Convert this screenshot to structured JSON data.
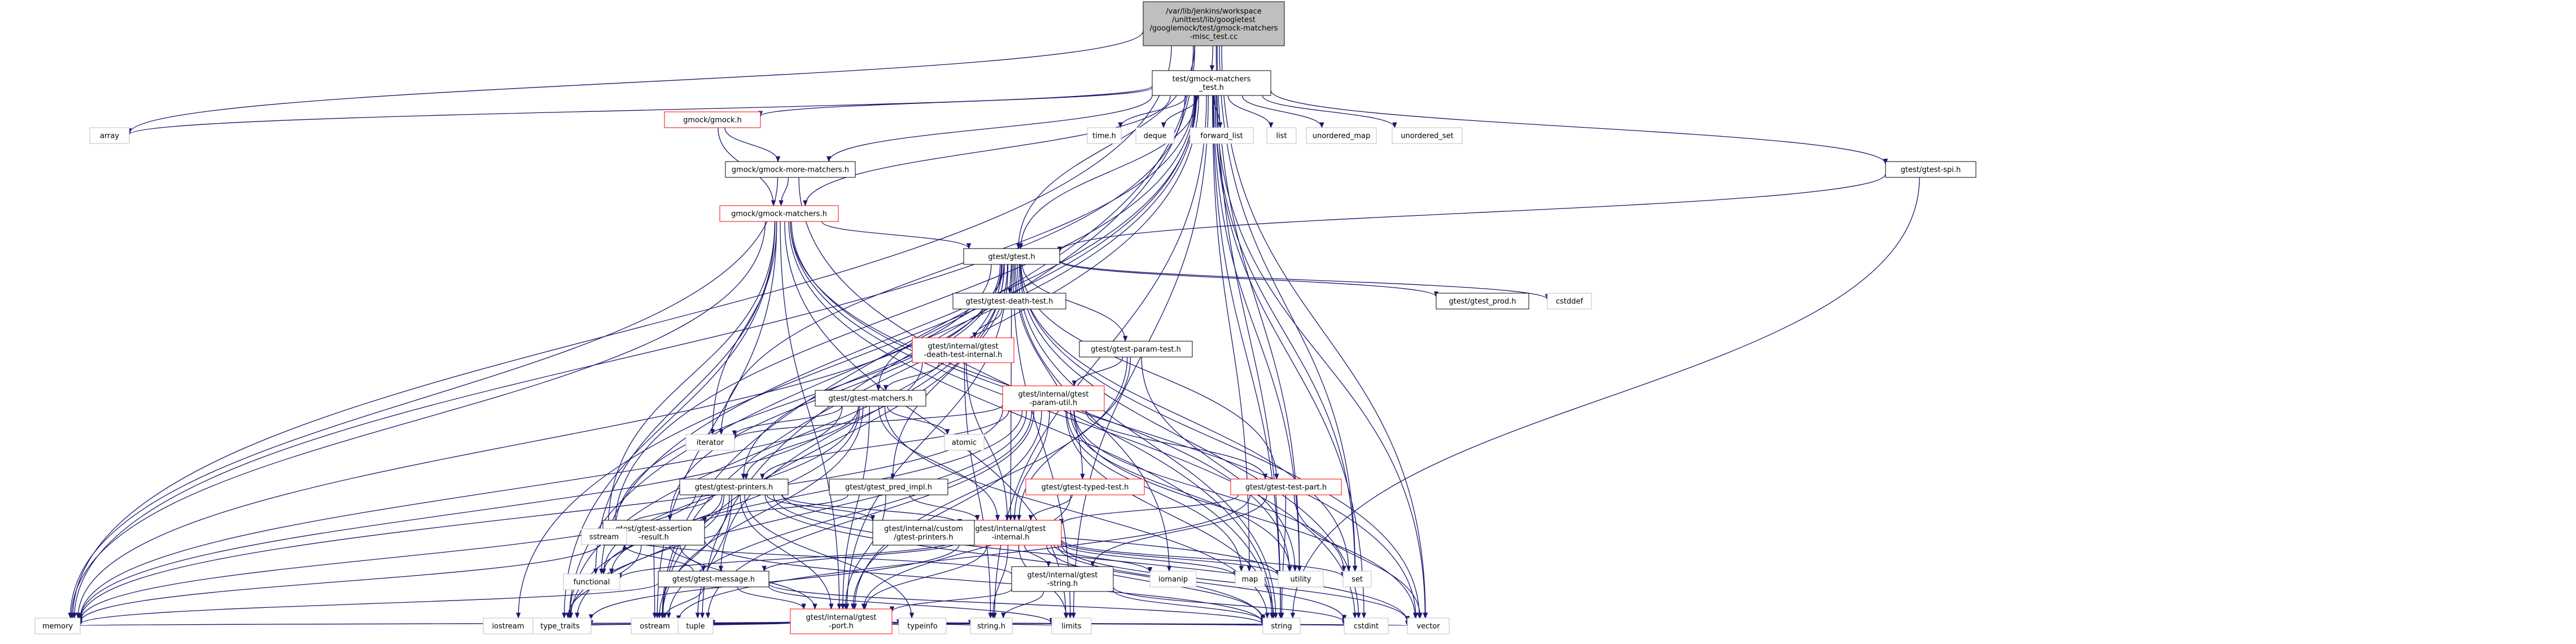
{
  "colors": {
    "edge": "#191970",
    "root_fill": "#bfbfbf",
    "root_border": "#000000",
    "node_fill": "#ffffff",
    "documented_border": "#000000",
    "undocumented_border": "#ff0000",
    "external_border": "#bfbfbf",
    "text": "#000000"
  },
  "nodes": {
    "root": {
      "lines": [
        "/var/lib/jenkins/workspace",
        "/unittest/lib/googletest",
        "/googlemock/test/gmock-matchers",
        "-misc_test.cc"
      ],
      "kind": "root"
    },
    "gmmt": {
      "lines": [
        "test/gmock-matchers",
        "_test.h"
      ],
      "kind": "doc"
    },
    "array": {
      "lines": [
        "array"
      ],
      "kind": "ext"
    },
    "gmock": {
      "lines": [
        "gmock/gmock.h"
      ],
      "kind": "red"
    },
    "more": {
      "lines": [
        "gmock/gmock-more-matchers.h"
      ],
      "kind": "doc"
    },
    "gmm": {
      "lines": [
        "gmock/gmock-matchers.h"
      ],
      "kind": "red"
    },
    "timeh": {
      "lines": [
        "time.h"
      ],
      "kind": "ext"
    },
    "deque": {
      "lines": [
        "deque"
      ],
      "kind": "ext"
    },
    "flist": {
      "lines": [
        "forward_list"
      ],
      "kind": "ext"
    },
    "list": {
      "lines": [
        "list"
      ],
      "kind": "ext"
    },
    "umap": {
      "lines": [
        "unordered_map"
      ],
      "kind": "ext"
    },
    "uset": {
      "lines": [
        "unordered_set"
      ],
      "kind": "ext"
    },
    "spi": {
      "lines": [
        "gtest/gtest-spi.h"
      ],
      "kind": "doc"
    },
    "gtest": {
      "lines": [
        "gtest/gtest.h"
      ],
      "kind": "doc"
    },
    "death": {
      "lines": [
        "gtest/gtest-death-test.h"
      ],
      "kind": "doc"
    },
    "prod": {
      "lines": [
        "gtest/gtest_prod.h"
      ],
      "kind": "doc"
    },
    "cstddef": {
      "lines": [
        "cstddef"
      ],
      "kind": "ext"
    },
    "param": {
      "lines": [
        "gtest/gtest-param-test.h"
      ],
      "kind": "doc"
    },
    "dti": {
      "lines": [
        "gtest/internal/gtest",
        "-death-test-internal.h"
      ],
      "kind": "red"
    },
    "gtm": {
      "lines": [
        "gtest/gtest-matchers.h"
      ],
      "kind": "doc"
    },
    "pu": {
      "lines": [
        "gtest/internal/gtest",
        "-param-util.h"
      ],
      "kind": "red"
    },
    "atomic": {
      "lines": [
        "atomic"
      ],
      "kind": "ext"
    },
    "iterator": {
      "lines": [
        "iterator"
      ],
      "kind": "ext"
    },
    "printers": {
      "lines": [
        "gtest/gtest-printers.h"
      ],
      "kind": "doc"
    },
    "predimpl": {
      "lines": [
        "gtest/gtest_pred_impl.h"
      ],
      "kind": "doc"
    },
    "typed": {
      "lines": [
        "gtest/gtest-typed-test.h"
      ],
      "kind": "red"
    },
    "testpart": {
      "lines": [
        "gtest/gtest-test-part.h"
      ],
      "kind": "red"
    },
    "internal": {
      "lines": [
        "gtest/internal/gtest",
        "-internal.h"
      ],
      "kind": "red"
    },
    "custom": {
      "lines": [
        "gtest/internal/custom",
        "/gtest-printers.h"
      ],
      "kind": "doc"
    },
    "assertion": {
      "lines": [
        "gtest/gtest-assertion",
        "-result.h"
      ],
      "kind": "doc"
    },
    "message": {
      "lines": [
        "gtest/gtest-message.h"
      ],
      "kind": "doc"
    },
    "gstring": {
      "lines": [
        "gtest/internal/gtest",
        "-string.h"
      ],
      "kind": "doc"
    },
    "port": {
      "lines": [
        "gtest/internal/gtest",
        "-port.h"
      ],
      "kind": "red"
    },
    "functional": {
      "lines": [
        "functional"
      ],
      "kind": "ext"
    },
    "sstream": {
      "lines": [
        "sstream"
      ],
      "kind": "ext"
    },
    "iomanip": {
      "lines": [
        "iomanip"
      ],
      "kind": "ext"
    },
    "map": {
      "lines": [
        "map"
      ],
      "kind": "ext"
    },
    "utility": {
      "lines": [
        "utility"
      ],
      "kind": "ext"
    },
    "set": {
      "lines": [
        "set"
      ],
      "kind": "ext"
    },
    "memory": {
      "lines": [
        "memory"
      ],
      "kind": "ext"
    },
    "type_traits": {
      "lines": [
        "type_traits"
      ],
      "kind": "ext"
    },
    "ostream": {
      "lines": [
        "ostream"
      ],
      "kind": "ext"
    },
    "iostream": {
      "lines": [
        "iostream"
      ],
      "kind": "ext"
    },
    "tuple": {
      "lines": [
        "tuple"
      ],
      "kind": "ext"
    },
    "typeinfo": {
      "lines": [
        "typeinfo"
      ],
      "kind": "ext"
    },
    "stringh": {
      "lines": [
        "string.h"
      ],
      "kind": "ext"
    },
    "limits": {
      "lines": [
        "limits"
      ],
      "kind": "ext"
    },
    "string": {
      "lines": [
        "string"
      ],
      "kind": "ext"
    },
    "cstdint": {
      "lines": [
        "cstdint"
      ],
      "kind": "ext"
    },
    "vector": {
      "lines": [
        "vector"
      ],
      "kind": "ext"
    }
  },
  "edges": [
    [
      "root",
      "gmmt"
    ],
    [
      "root",
      "array"
    ],
    [
      "root",
      "gtest"
    ],
    [
      "root",
      "memory"
    ],
    [
      "root",
      "ostream"
    ],
    [
      "root",
      "string"
    ],
    [
      "root",
      "vector"
    ],
    [
      "root",
      "set"
    ],
    [
      "root",
      "utility"
    ],
    [
      "root",
      "tuple"
    ],
    [
      "gmmt",
      "array"
    ],
    [
      "gmmt",
      "gmock"
    ],
    [
      "gmmt",
      "more"
    ],
    [
      "gmmt",
      "gmm"
    ],
    [
      "gmmt",
      "timeh"
    ],
    [
      "gmmt",
      "deque"
    ],
    [
      "gmmt",
      "flist"
    ],
    [
      "gmmt",
      "list"
    ],
    [
      "gmmt",
      "umap"
    ],
    [
      "gmmt",
      "uset"
    ],
    [
      "gmmt",
      "spi"
    ],
    [
      "gmmt",
      "gtest"
    ],
    [
      "gmmt",
      "functional"
    ],
    [
      "gmmt",
      "iostream"
    ],
    [
      "gmmt",
      "iterator"
    ],
    [
      "gmmt",
      "limits"
    ],
    [
      "gmmt",
      "map"
    ],
    [
      "gmmt",
      "memory"
    ],
    [
      "gmmt",
      "set"
    ],
    [
      "gmmt",
      "sstream"
    ],
    [
      "gmmt",
      "string"
    ],
    [
      "gmmt",
      "type_traits"
    ],
    [
      "gmmt",
      "utility"
    ],
    [
      "gmmt",
      "vector"
    ],
    [
      "gmmt",
      "cstdint"
    ],
    [
      "gmmt",
      "stringh"
    ],
    [
      "gmmt",
      "ostream"
    ],
    [
      "gmock",
      "more"
    ],
    [
      "gmock",
      "gmm"
    ],
    [
      "more",
      "gmm"
    ],
    [
      "more",
      "memory"
    ],
    [
      "more",
      "string"
    ],
    [
      "gmm",
      "gtest"
    ],
    [
      "gmm",
      "functional"
    ],
    [
      "gmm",
      "iterator"
    ],
    [
      "gmm",
      "memory"
    ],
    [
      "gmm",
      "ostream"
    ],
    [
      "gmm",
      "sstream"
    ],
    [
      "gmm",
      "string"
    ],
    [
      "gmm",
      "type_traits"
    ],
    [
      "gmm",
      "utility"
    ],
    [
      "gmm",
      "vector"
    ],
    [
      "gmm",
      "limits"
    ],
    [
      "gmm",
      "cstdint"
    ],
    [
      "gmm",
      "port"
    ],
    [
      "spi",
      "gtest"
    ],
    [
      "spi",
      "string"
    ],
    [
      "gtest",
      "death"
    ],
    [
      "gtest",
      "prod"
    ],
    [
      "gtest",
      "cstddef"
    ],
    [
      "gtest",
      "param"
    ],
    [
      "gtest",
      "gtm"
    ],
    [
      "gtest",
      "printers"
    ],
    [
      "gtest",
      "predimpl"
    ],
    [
      "gtest",
      "typed"
    ],
    [
      "gtest",
      "testpart"
    ],
    [
      "gtest",
      "internal"
    ],
    [
      "gtest",
      "message"
    ],
    [
      "gtest",
      "assertion"
    ],
    [
      "gtest",
      "port"
    ],
    [
      "gtest",
      "iomanip"
    ],
    [
      "gtest",
      "limits"
    ],
    [
      "gtest",
      "memory"
    ],
    [
      "gtest",
      "ostream"
    ],
    [
      "gtest",
      "set"
    ],
    [
      "gtest",
      "sstream"
    ],
    [
      "gtest",
      "string"
    ],
    [
      "gtest",
      "type_traits"
    ],
    [
      "gtest",
      "vector"
    ],
    [
      "gtest",
      "cstdint"
    ],
    [
      "death",
      "dti"
    ],
    [
      "dti",
      "gtm"
    ],
    [
      "dti",
      "internal"
    ],
    [
      "dti",
      "stringh"
    ],
    [
      "dti",
      "memory"
    ],
    [
      "param",
      "pu"
    ],
    [
      "param",
      "internal"
    ],
    [
      "param",
      "port"
    ],
    [
      "param",
      "utility"
    ],
    [
      "pu",
      "printers"
    ],
    [
      "pu",
      "testpart"
    ],
    [
      "pu",
      "internal"
    ],
    [
      "pu",
      "port"
    ],
    [
      "pu",
      "iterator"
    ],
    [
      "pu",
      "map"
    ],
    [
      "pu",
      "memory"
    ],
    [
      "pu",
      "ostream"
    ],
    [
      "pu",
      "set"
    ],
    [
      "pu",
      "string"
    ],
    [
      "pu",
      "tuple"
    ],
    [
      "pu",
      "type_traits"
    ],
    [
      "pu",
      "utility"
    ],
    [
      "pu",
      "vector"
    ],
    [
      "pu",
      "functional"
    ],
    [
      "pu",
      "cassert"
    ],
    [
      "gtm",
      "atomic"
    ],
    [
      "gtm",
      "printers"
    ],
    [
      "gtm",
      "internal"
    ],
    [
      "gtm",
      "port"
    ],
    [
      "gtm",
      "functional"
    ],
    [
      "gtm",
      "memory"
    ],
    [
      "gtm",
      "ostream"
    ],
    [
      "gtm",
      "string"
    ],
    [
      "gtm",
      "type_traits"
    ],
    [
      "gtm",
      "iterator"
    ],
    [
      "printers",
      "custom"
    ],
    [
      "printers",
      "internal"
    ],
    [
      "printers",
      "port"
    ],
    [
      "printers",
      "functional"
    ],
    [
      "printers",
      "memory"
    ],
    [
      "printers",
      "ostream"
    ],
    [
      "printers",
      "sstream"
    ],
    [
      "printers",
      "string"
    ],
    [
      "printers",
      "tuple"
    ],
    [
      "printers",
      "type_traits"
    ],
    [
      "printers",
      "typeinfo"
    ],
    [
      "printers",
      "utility"
    ],
    [
      "printers",
      "vector"
    ],
    [
      "predimpl",
      "assertion"
    ],
    [
      "predimpl",
      "internal"
    ],
    [
      "predimpl",
      "port"
    ],
    [
      "typed",
      "internal"
    ],
    [
      "typed",
      "port"
    ],
    [
      "testpart",
      "internal"
    ],
    [
      "testpart",
      "gstring"
    ],
    [
      "testpart",
      "ostream"
    ],
    [
      "testpart",
      "string"
    ],
    [
      "testpart",
      "vector"
    ],
    [
      "internal",
      "port"
    ],
    [
      "internal",
      "gstring"
    ],
    [
      "internal",
      "message"
    ],
    [
      "internal",
      "functional"
    ],
    [
      "internal",
      "iomanip"
    ],
    [
      "internal",
      "limits"
    ],
    [
      "internal",
      "map"
    ],
    [
      "internal",
      "set"
    ],
    [
      "internal",
      "string"
    ],
    [
      "internal",
      "type_traits"
    ],
    [
      "internal",
      "utility"
    ],
    [
      "internal",
      "vector"
    ],
    [
      "internal",
      "cstdint"
    ],
    [
      "internal",
      "stringh"
    ],
    [
      "assertion",
      "message"
    ],
    [
      "assertion",
      "port"
    ],
    [
      "assertion",
      "memory"
    ],
    [
      "assertion",
      "ostream"
    ],
    [
      "assertion",
      "string"
    ],
    [
      "assertion",
      "type_traits"
    ],
    [
      "message",
      "port"
    ],
    [
      "message",
      "limits"
    ],
    [
      "message",
      "memory"
    ],
    [
      "message",
      "ostream"
    ],
    [
      "message",
      "sstream"
    ],
    [
      "message",
      "string"
    ],
    [
      "gstring",
      "port"
    ],
    [
      "gstring",
      "stringh"
    ],
    [
      "gstring",
      "cstdint"
    ],
    [
      "gstring",
      "sstream"
    ],
    [
      "gstring",
      "string"
    ],
    [
      "port",
      "iostream"
    ],
    [
      "port",
      "limits"
    ],
    [
      "port",
      "memory"
    ],
    [
      "port",
      "ostream"
    ],
    [
      "port",
      "string"
    ],
    [
      "port",
      "tuple"
    ],
    [
      "port",
      "type_traits"
    ],
    [
      "port",
      "vector"
    ],
    [
      "port",
      "cstdint"
    ],
    [
      "port",
      "typeinfo"
    ],
    [
      "port",
      "stringh"
    ]
  ]
}
